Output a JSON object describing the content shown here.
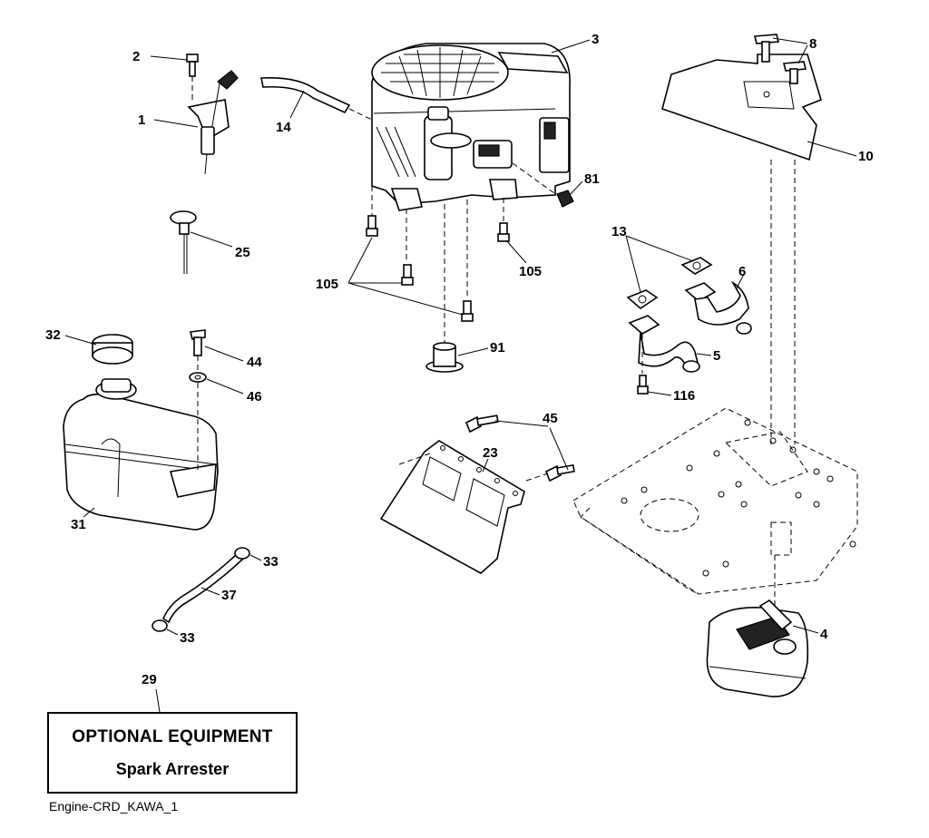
{
  "diagram_id": "Engine-CRD_KAWA_1",
  "optional_box": {
    "title": "OPTIONAL EQUIPMENT",
    "subtitle": "Spark Arrester"
  },
  "callouts": {
    "c1": "1",
    "c2": "2",
    "c3": "3",
    "c4": "4",
    "c5": "5",
    "c6": "6",
    "c8": "8",
    "c10": "10",
    "c13": "13",
    "c14": "14",
    "c23": "23",
    "c25": "25",
    "c29": "29",
    "c31": "31",
    "c32": "32",
    "c33a": "33",
    "c33b": "33",
    "c37": "37",
    "c44": "44",
    "c45": "45",
    "c46": "46",
    "c81": "81",
    "c91": "91",
    "c105a": "105",
    "c105b": "105",
    "c116": "116"
  }
}
